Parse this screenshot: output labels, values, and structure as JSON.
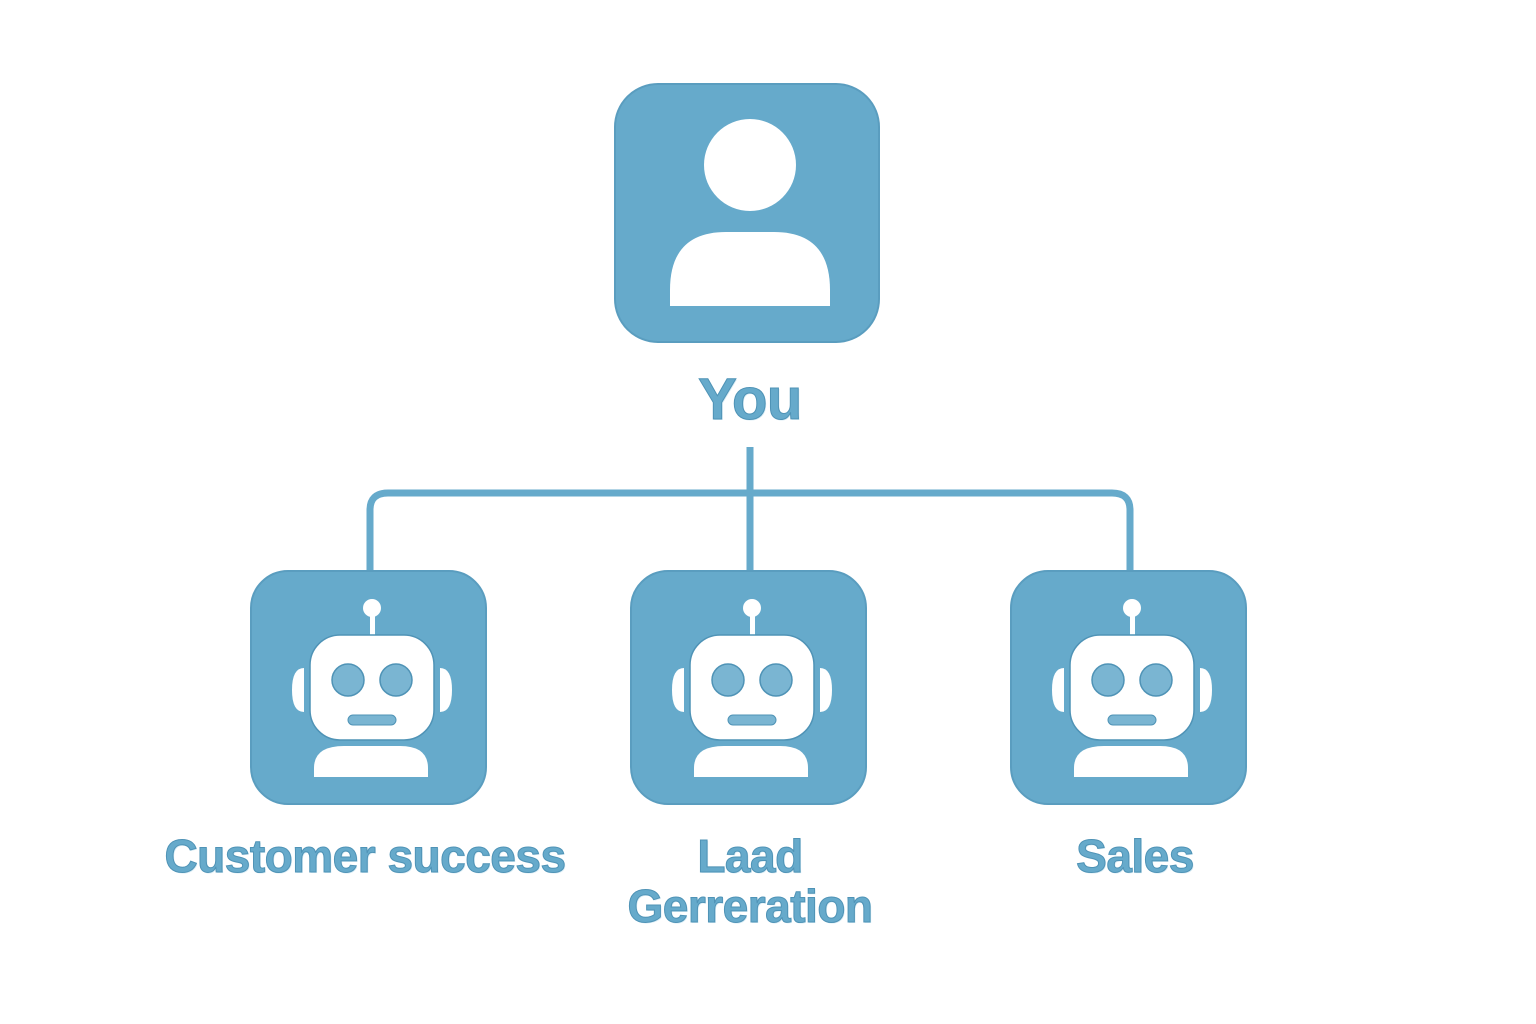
{
  "diagram": {
    "type": "org-chart",
    "accent_color": "#66aacb",
    "root": {
      "label": "You",
      "icon": "user-icon"
    },
    "children": [
      {
        "label": "Customer success",
        "icon": "robot-icon"
      },
      {
        "label_line1": "Laad",
        "label_line2": "Gerreration",
        "icon": "robot-icon"
      },
      {
        "label": "Sales",
        "icon": "robot-icon"
      }
    ]
  }
}
